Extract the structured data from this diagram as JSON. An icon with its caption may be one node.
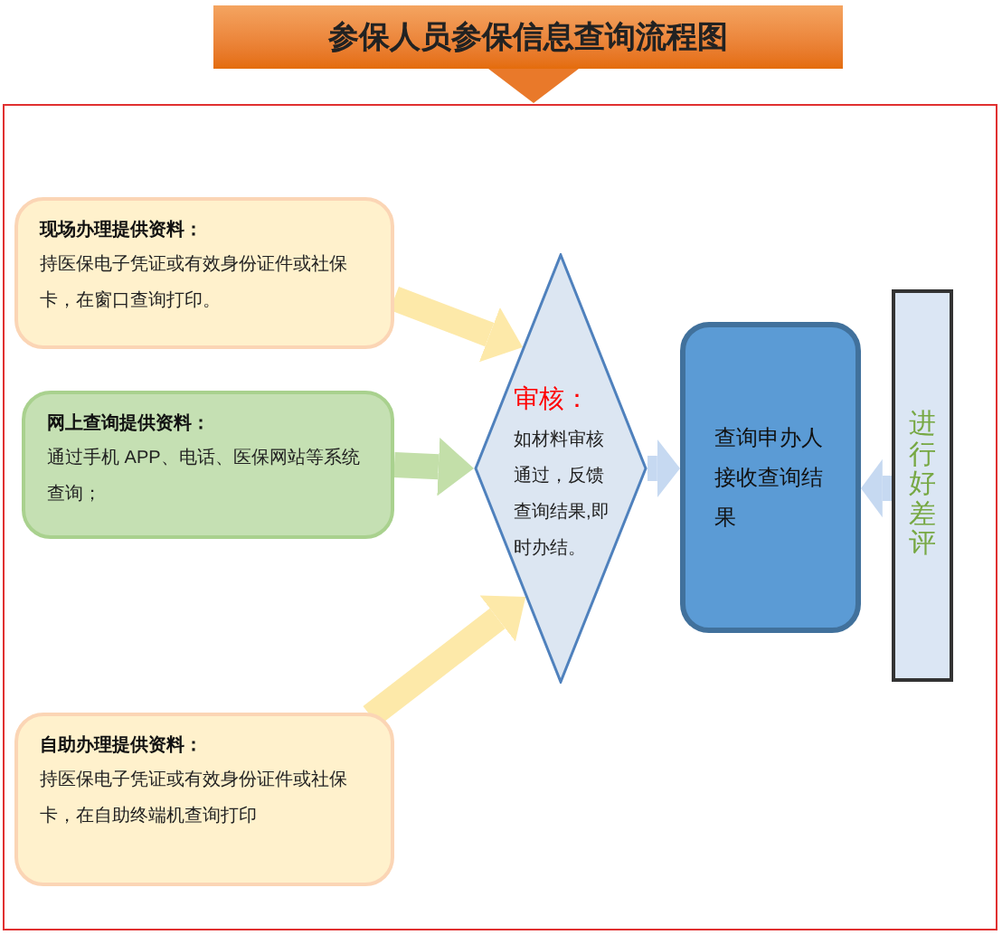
{
  "diagram": {
    "title": "参保人员参保信息查询流程图",
    "nodes": [
      {
        "text": [
          "现场办理提供资料：",
          "持医保电子凭证或有效身份证件或社保卡，在窗口查询打印。"
        ]
      },
      {
        "text": [
          "网上查询提供资料：",
          "通过手机 APP、电话、医保网站等系统查询；"
        ]
      },
      {
        "text": [
          "自助办理提供资料：",
          "持医保电子凭证或有效身份证件或社保卡，在自助终端机查询打印"
        ]
      },
      {
        "text": [
          "审核：",
          "如材料审核通过，反馈查询结果,即时办结。"
        ]
      },
      {
        "text": [
          "查询申办人接收查询结果"
        ]
      },
      {
        "text": [
          "进行好差评"
        ]
      }
    ],
    "edges": [
      {
        "from": 0,
        "to": 3,
        "arrow": "to",
        "color": "#fde9a9"
      },
      {
        "from": 1,
        "to": 3,
        "arrow": "to",
        "color": "#c3dfa9"
      },
      {
        "from": 2,
        "to": 3,
        "arrow": "to",
        "color": "#fde9a9"
      },
      {
        "from": 3,
        "to": 4,
        "arrow": "to",
        "color": "#c6d9f1"
      },
      {
        "from": 5,
        "to": 4,
        "arrow": "to",
        "color": "#c6d9f1"
      }
    ]
  }
}
